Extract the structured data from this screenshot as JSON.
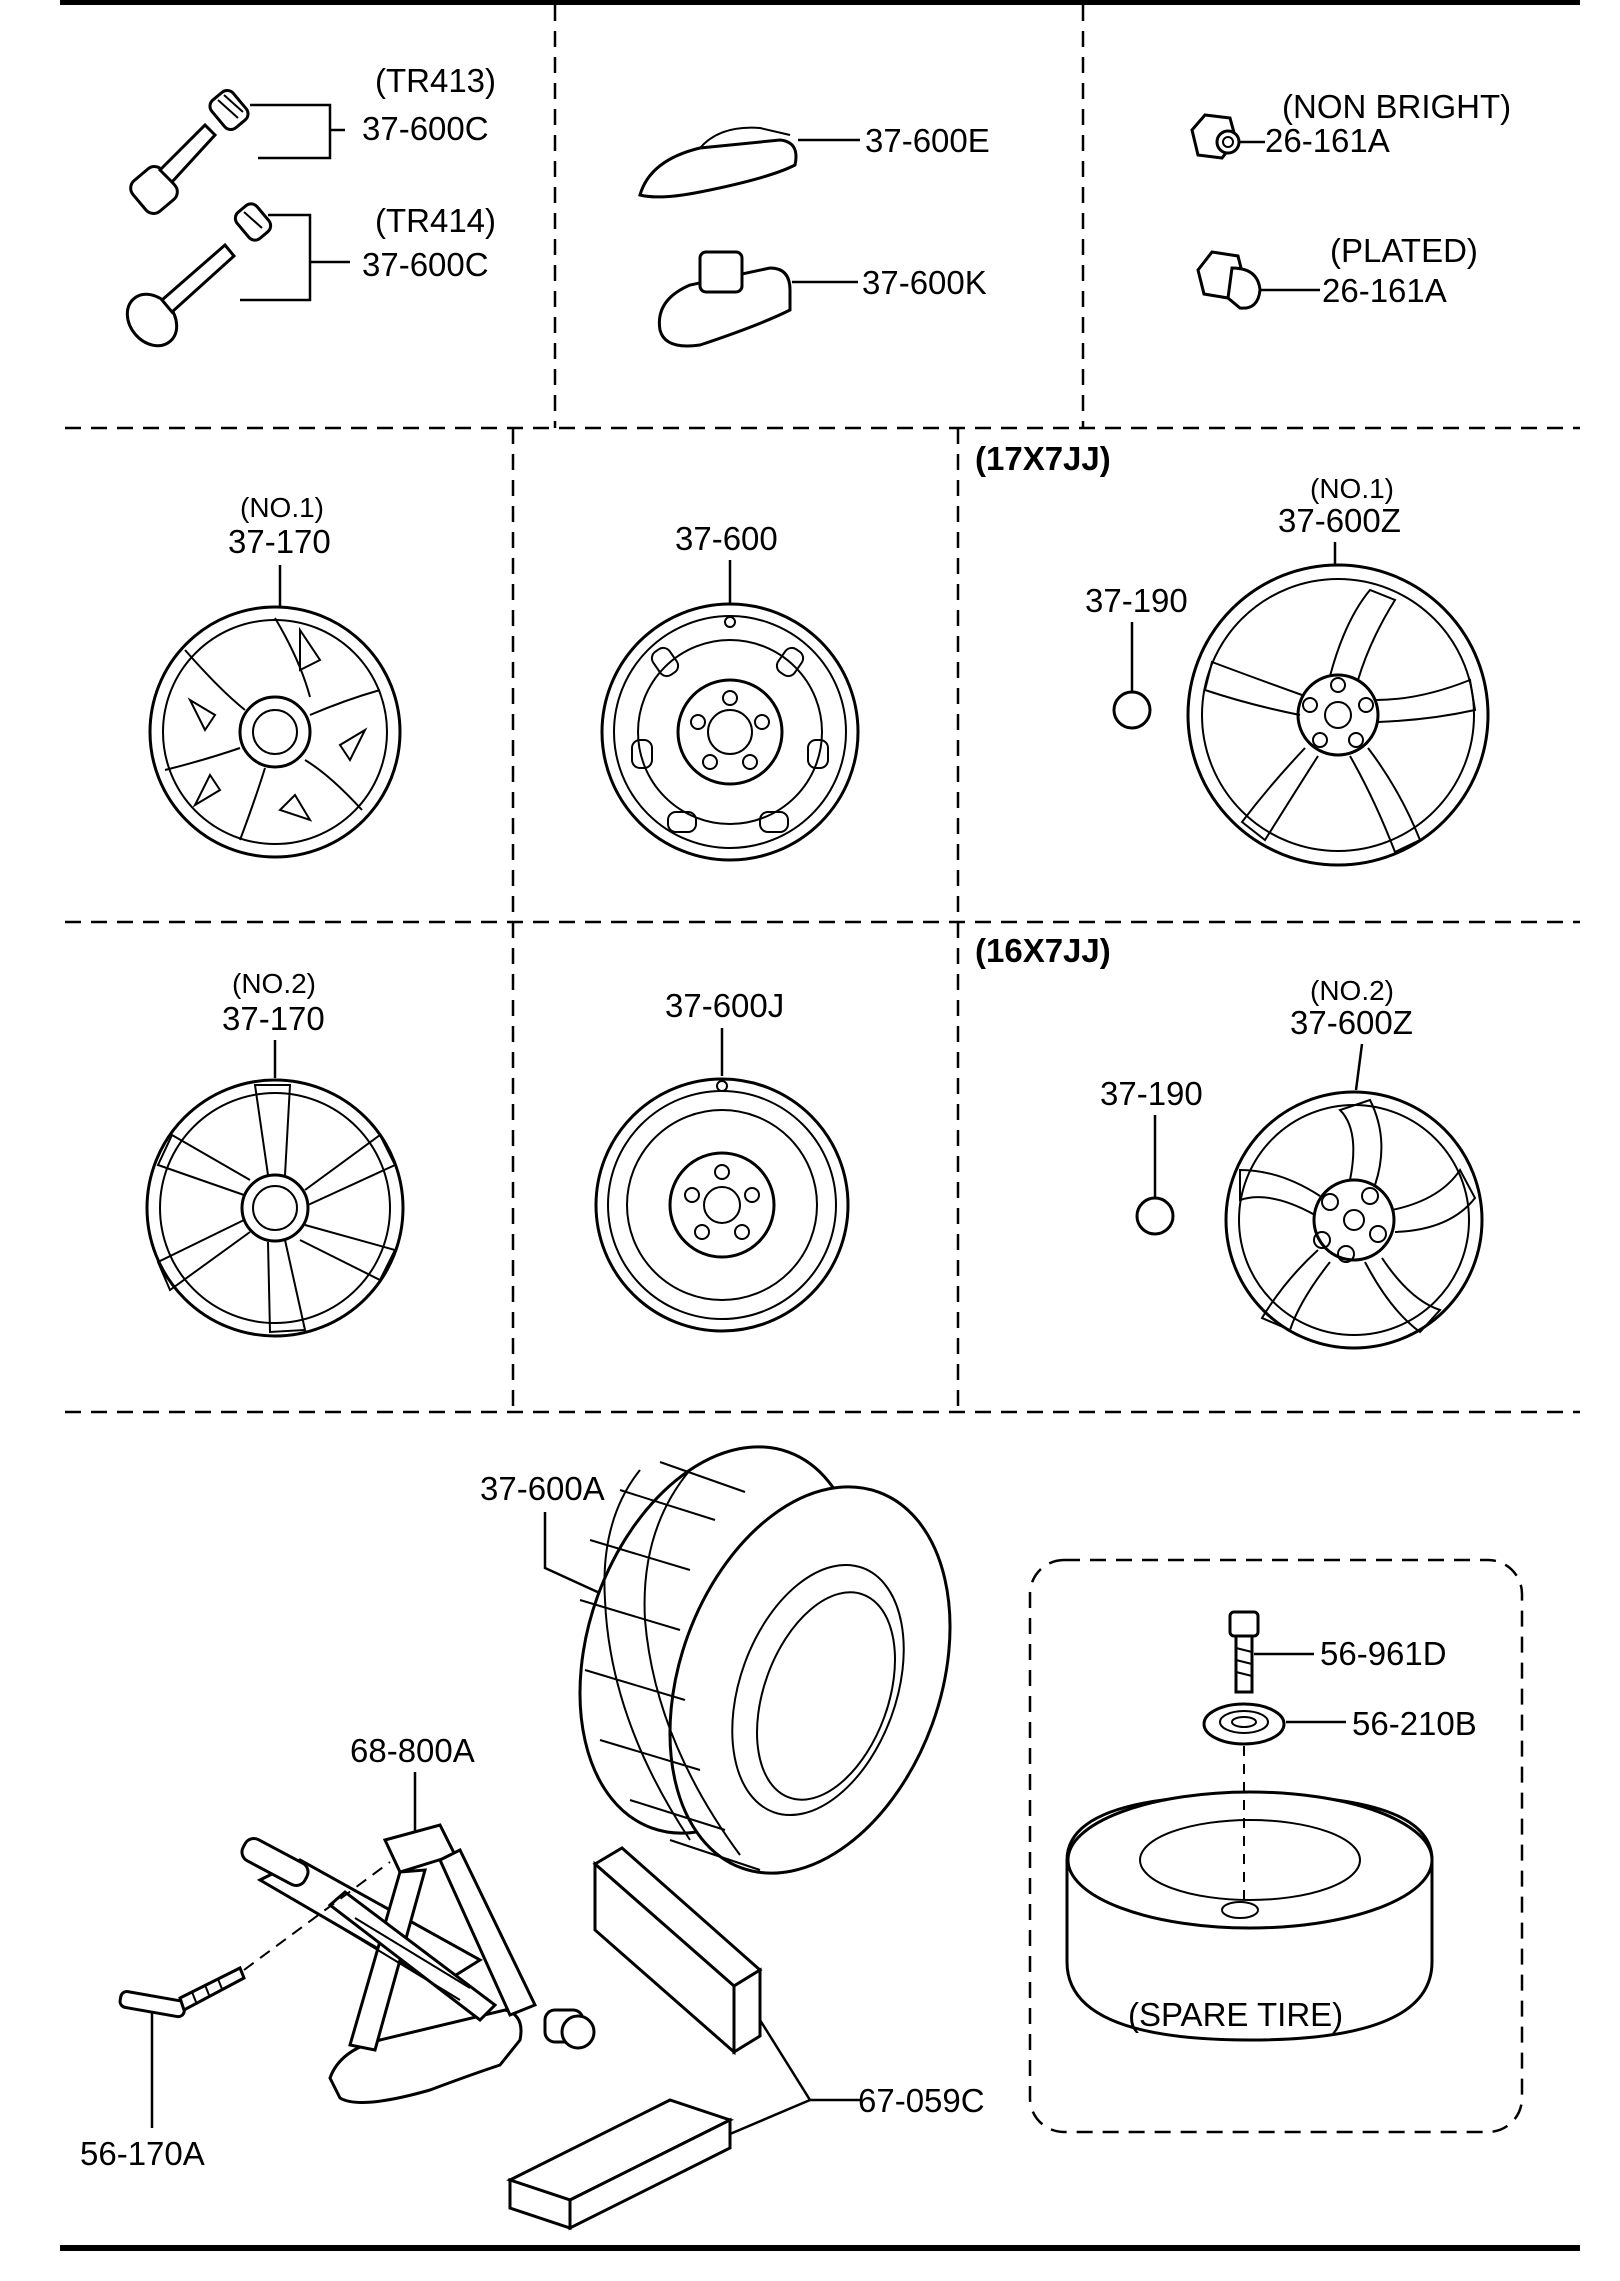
{
  "diagram": {
    "valve_stem": {
      "tr413": "(TR413)",
      "tr414": "(TR414)",
      "part_a": "37-600C",
      "part_b": "37-600C"
    },
    "weights": {
      "clip_on": "37-600E",
      "adhesive": "37-600K"
    },
    "nuts": {
      "non_bright_note": "(NON BRIGHT)",
      "non_bright_part": "26-161A",
      "plated_note": "(PLATED)",
      "plated_part": "26-161A"
    },
    "row1": {
      "cover_no": "(NO.1)",
      "cover_part": "37-170",
      "steel_wheel_part": "37-600",
      "size": "(17X7JJ)",
      "alloy_no": "(NO.1)",
      "alloy_part": "37-600Z",
      "emblem_part": "37-190"
    },
    "row2": {
      "cover_no": "(NO.2)",
      "cover_part": "37-170",
      "spare_wheel_part": "37-600J",
      "size": "(16X7JJ)",
      "alloy_no": "(NO.2)",
      "alloy_part": "37-600Z",
      "emblem_part": "37-190"
    },
    "bottom": {
      "tire_part": "37-600A",
      "jack_part": "68-800A",
      "handle_part": "56-170A",
      "pads_part": "67-059C",
      "bolt_part": "56-961D",
      "washer_part": "56-210B",
      "spare_tire_label": "(SPARE TIRE)"
    }
  },
  "colors": {
    "line": "#000000",
    "background": "#ffffff"
  }
}
